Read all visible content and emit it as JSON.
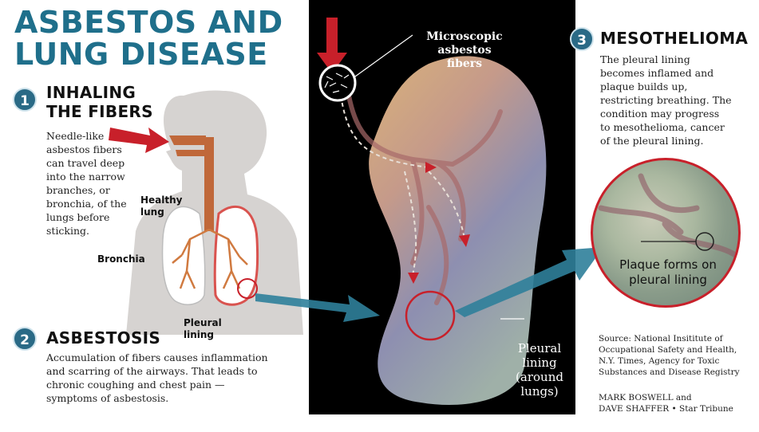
{
  "title": {
    "line1": "ASBESTOS AND",
    "line2": "LUNG DISEASE"
  },
  "sections": [
    {
      "number": "1",
      "heading_line1": "INHALING",
      "heading_line2": "THE FIBERS",
      "body": [
        "Needle-like",
        "asbestos fibers",
        "can travel deep",
        "into the narrow",
        "branches, or",
        "bronchia, of the",
        "lungs before",
        "sticking."
      ]
    },
    {
      "number": "2",
      "heading": "ASBESTOSIS",
      "body": [
        "Accumulation of fibers causes inflammation",
        "and scarring of the airways. That leads to",
        "chronic coughing and chest pain —",
        "symptoms of asbestosis."
      ]
    },
    {
      "number": "3",
      "heading": "MESOTHELIOMA",
      "body": [
        "The pleural lining",
        "becomes inflamed and",
        "plaque builds up,",
        "restricting breathing. The",
        "condition may progress",
        "to mesothelioma, cancer",
        "of the pleural lining."
      ]
    }
  ],
  "labels": {
    "healthy_lung": [
      "Healthy",
      "lung"
    ],
    "bronchia": "Bronchia",
    "pleural_lining": [
      "Pleural",
      "lining"
    ],
    "microscopic": [
      "Microscopic",
      "asbestos",
      "fibers"
    ],
    "pleural_around": [
      "Pleural",
      "lining",
      "(around",
      "lungs)"
    ],
    "plaque": [
      "Plaque forms on",
      "pleural lining"
    ]
  },
  "source": [
    "Source: National Insititute of",
    "Occupational Safety and Health,",
    "N.Y. Times, Agency for Toxic",
    "Substances and Disease Registry"
  ],
  "credit": [
    "MARK BOSWELL and",
    "DAVE SHAFFER • Star Tribune"
  ],
  "colors": {
    "title": "#1f6f8b",
    "badge": "#2a6a86",
    "airway": "#c0683a",
    "arrow_red": "#c8202a",
    "arrow_teal": "#2f7f9a"
  }
}
